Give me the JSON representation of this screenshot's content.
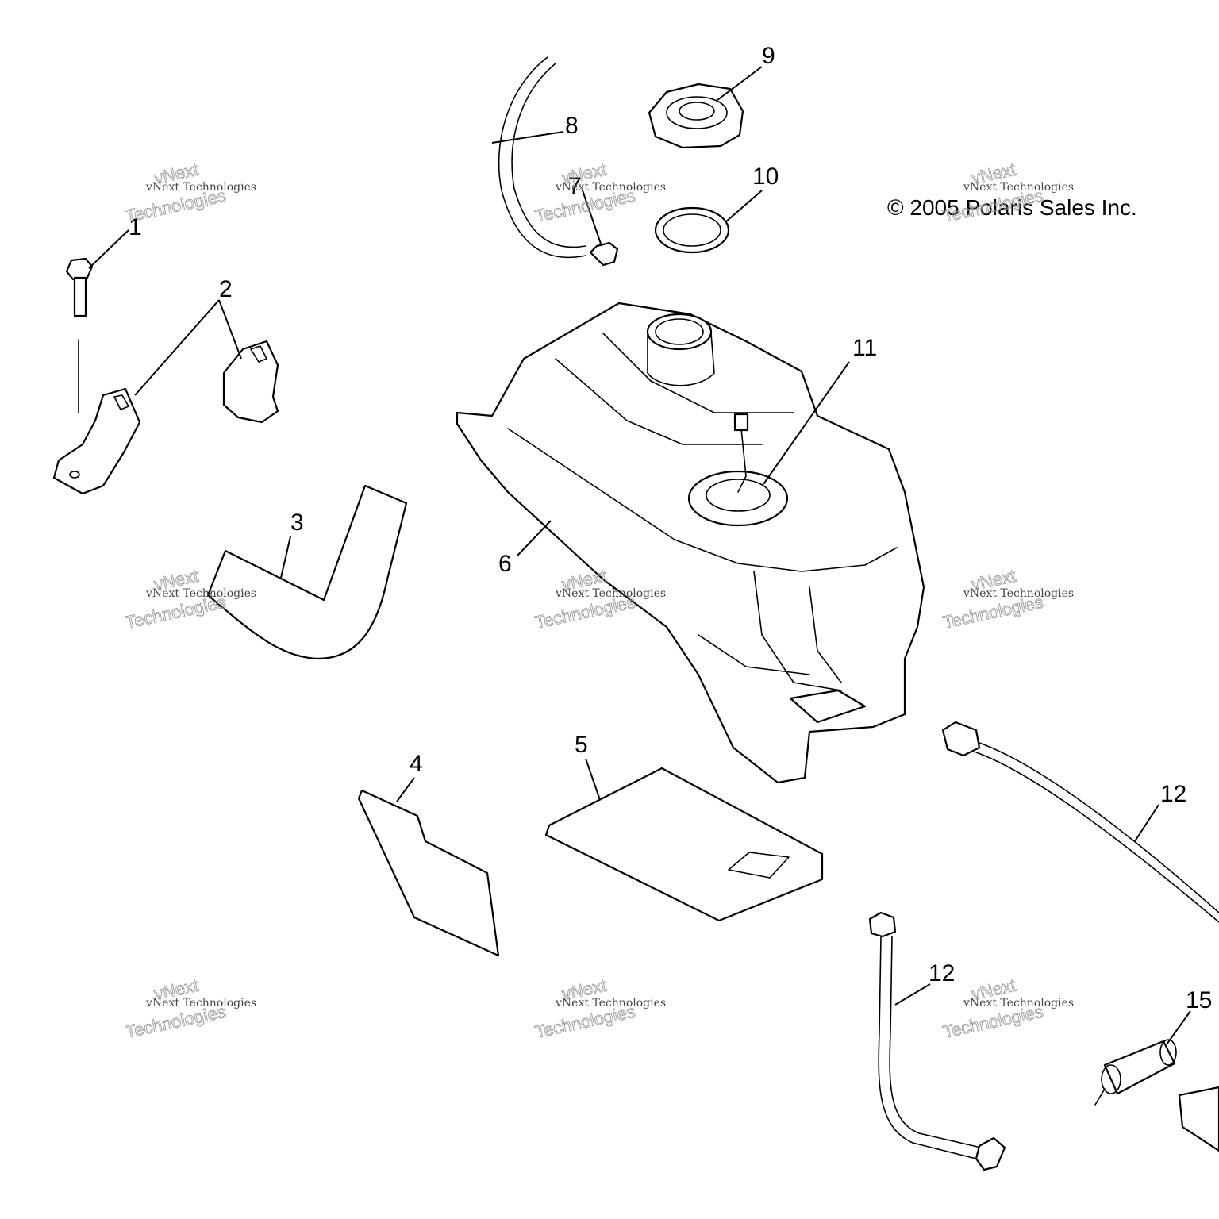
{
  "copyright": "© 2005 Polaris Sales Inc.",
  "callouts": {
    "c1": "1",
    "c2": "2",
    "c3": "3",
    "c4": "4",
    "c5": "5",
    "c6": "6",
    "c7": "7",
    "c8": "8",
    "c9": "9",
    "c10": "10",
    "c11": "11",
    "c12a": "12",
    "c12b": "12",
    "c15": "15"
  },
  "watermark": {
    "line1": "vNext Technologies",
    "line2": "vNext",
    "line3": "Technologies"
  }
}
